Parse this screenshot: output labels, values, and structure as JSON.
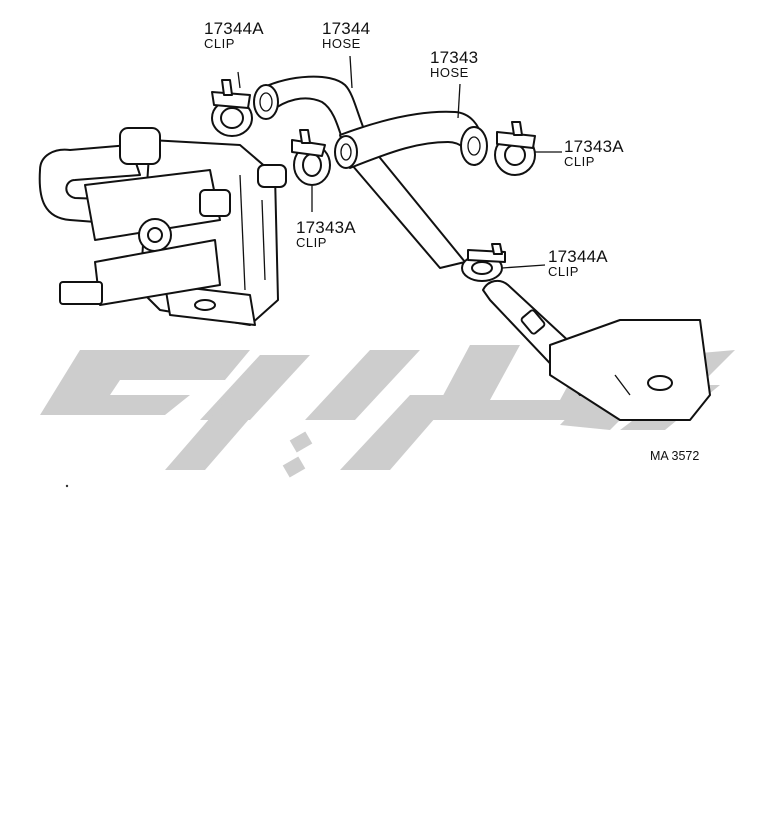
{
  "parts": [
    {
      "number": "17344A",
      "name": "CLIP"
    },
    {
      "number": "17344",
      "name": "HOSE"
    },
    {
      "number": "17343",
      "name": "HOSE"
    },
    {
      "number": "17343A",
      "name": "CLIP"
    },
    {
      "number": "17343A",
      "name": "CLIP"
    },
    {
      "number": "17344A",
      "name": "CLIP"
    }
  ],
  "reference_code": "MA 3572",
  "colors": {
    "line": "#111111",
    "watermark": "#c8c8c8",
    "background": "#ffffff"
  }
}
